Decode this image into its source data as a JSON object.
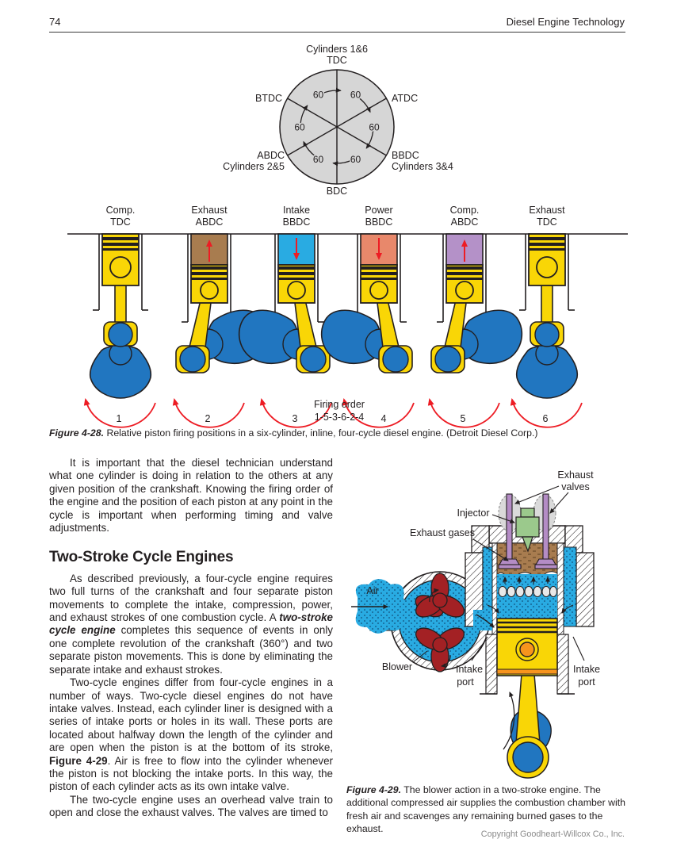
{
  "page": {
    "number": "74",
    "header_title": "Diesel Engine Technology",
    "copyright": "Copyright Goodheart-Willcox Co., Inc."
  },
  "crank_diagram": {
    "top1": "Cylinders 1&6",
    "top2": "TDC",
    "left_top": "BTDC",
    "right_top": "ATDC",
    "left_bottom1": "ABDC",
    "left_bottom2": "Cylinders 2&5",
    "right_bottom1": "BBDC",
    "right_bottom2": "Cylinders 3&4",
    "bottom": "BDC",
    "degrees": [
      "60",
      "60",
      "60",
      "60",
      "60",
      "60"
    ]
  },
  "figure_428": {
    "pistons": [
      {
        "stroke": "Comp.",
        "position": "TDC",
        "number": "1",
        "color": null,
        "arrow": null
      },
      {
        "stroke": "Exhaust",
        "position": "ABDC",
        "number": "2",
        "color": "#A87C4F",
        "arrow": "up"
      },
      {
        "stroke": "Intake",
        "position": "BBDC",
        "number": "3",
        "color": "#29ABE2",
        "arrow": "down"
      },
      {
        "stroke": "Power",
        "position": "BBDC",
        "number": "4",
        "color": "#E8886B",
        "arrow": "down"
      },
      {
        "stroke": "Comp.",
        "position": "ABDC",
        "number": "5",
        "color": "#B491C8",
        "arrow": "up"
      },
      {
        "stroke": "Exhaust",
        "position": "TDC",
        "number": "6",
        "color": null,
        "arrow": null
      }
    ],
    "firing_order_label": "Firing order",
    "firing_order_value": "1-5-3-6-2-4",
    "caption_label": "Figure 4-28.",
    "caption_text": " Relative piston firing positions in a six-cylinder, inline, four-cycle diesel engine. (Detroit Diesel Corp.)"
  },
  "article": {
    "para1": "It is important that the diesel technician understand what one cylinder is doing in relation to the others at any given position of the crankshaft. Knowing the firing order of the engine and the position of each piston at any point in the cycle is important when performing timing and valve adjustments.",
    "heading": "Two-Stroke Cycle Engines",
    "para2_pre": "As described previously, a four-cycle engine requires two full turns of the crankshaft and four separate piston movements to complete the intake, compression, power, and exhaust strokes of one combustion cycle. A ",
    "para2_bold": "two-stroke cycle engine",
    "para2_post": " completes this sequence of events in only one complete revolution of the crankshaft (360°) and two separate piston movements. This is done by eliminating the separate intake and exhaust strokes.",
    "para3_pre": "Two-cycle engines differ from four-cycle engines in a number of ways. Two-cycle diesel engines do not have intake valves. Instead, each cylinder liner is designed with a series of intake ports or holes in its wall. These ports are located about halfway down the length of the cylinder and are open when the piston is at the bottom of its stroke, ",
    "para3_bold": "Figure 4-29",
    "para3_post": ". Air is free to flow into the cylinder whenever the piston is not blocking the intake ports. In this way, the piston of each cylinder acts as its own intake valve.",
    "para4": "The two-cycle engine uses an overhead valve train to open and close the exhaust valves. The valves are timed to"
  },
  "figure_429": {
    "labels": {
      "exhaust_valves_1": "Exhaust",
      "exhaust_valves_2": "valves",
      "injector": "Injector",
      "exhaust_gases": "Exhaust gases",
      "air": "Air",
      "blower": "Blower",
      "intake_left_1": "Intake",
      "intake_left_2": "port",
      "intake_right_1": "Intake",
      "intake_right_2": "port"
    },
    "caption_label": "Figure 4-29.",
    "caption_text": " The blower action in a two-stroke engine. The additional compressed air supplies the combustion chamber with fresh air and scavenges any remaining burned gases to the exhaust."
  },
  "colors": {
    "piston_yellow": "#F9D606",
    "crank_blue": "#2176C0",
    "air_blue": "#29ABE2",
    "exhaust_brown": "#A87C4F",
    "power_salmon": "#E8886B",
    "comp_purple": "#B491C8",
    "arrow_red": "#ED1C24",
    "rotor_red": "#A32124",
    "injector_green": "#9BC98C",
    "valve_purple": "#B48CC5",
    "diagram_gray": "#D6D6D6"
  }
}
